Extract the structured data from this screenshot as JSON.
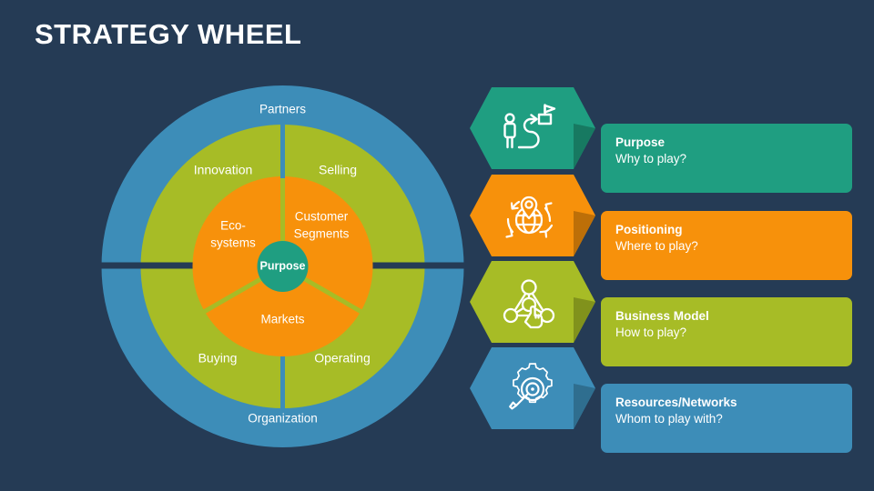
{
  "title": "STRATEGY WHEEL",
  "colors": {
    "background": "#253b55",
    "blue": "#3d8db8",
    "green": "#a7bc26",
    "orange": "#f7910b",
    "teal": "#1f9e81",
    "text": "#ffffff"
  },
  "wheel": {
    "center_label": "Purpose",
    "outer_ring": [
      {
        "label": "Partners"
      },
      {
        "label": "Organization"
      }
    ],
    "middle_ring": [
      {
        "label": "Innovation"
      },
      {
        "label": "Selling"
      },
      {
        "label": "Operating"
      },
      {
        "label": "Buying"
      }
    ],
    "inner_ring": [
      {
        "label_line1": "Customer",
        "label_line2": "Segments"
      },
      {
        "label_line1": "Markets",
        "label_line2": ""
      },
      {
        "label_line1": "Eco-",
        "label_line2": "systems"
      }
    ]
  },
  "legend": {
    "items": [
      {
        "title": "Purpose",
        "subtitle": "Why to play?",
        "color": "#1f9e81",
        "shade": "#177961",
        "icon": "person-path-flag-icon"
      },
      {
        "title": "Positioning",
        "subtitle": "Where to play?",
        "color": "#f7910b",
        "shade": "#bd6f08",
        "icon": "globe-location-pin-icon"
      },
      {
        "title": "Business Model",
        "subtitle": "How to play?",
        "color": "#a7bc26",
        "shade": "#81921c",
        "icon": "network-hand-icon"
      },
      {
        "title": "Resources/Networks",
        "subtitle": "Whom to play with?",
        "color": "#3d8db8",
        "shade": "#2f6e8f",
        "icon": "gear-magnifier-icon"
      }
    ]
  }
}
